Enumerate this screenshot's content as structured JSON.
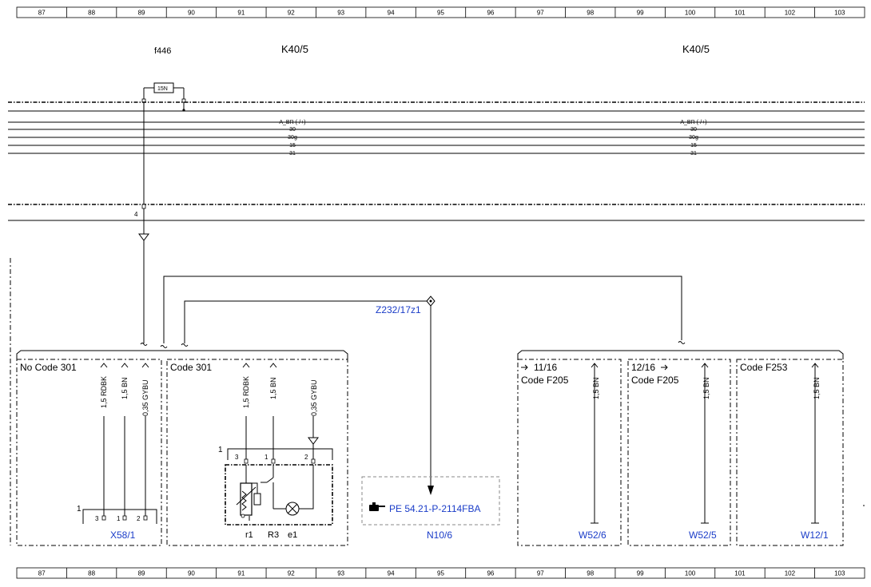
{
  "grid": {
    "columns": [
      "87",
      "88",
      "89",
      "90",
      "91",
      "92",
      "93",
      "94",
      "95",
      "96",
      "97",
      "98",
      "99",
      "100",
      "101",
      "102",
      "103"
    ]
  },
  "header": {
    "fuse_label": "f446",
    "k_left": "K40/5",
    "k_right": "K40/5",
    "fuse_inner": "15N"
  },
  "bus": {
    "lines": [
      "A_BR (-/+)",
      "30",
      "30g",
      "15",
      "31"
    ],
    "pin": "4"
  },
  "left_group": {
    "no_code": {
      "title": "No Code 301",
      "wires": [
        "1,5 RDBK",
        "1,5 BN",
        "0,35 GYBU"
      ],
      "pins": [
        "3",
        "1",
        "2"
      ],
      "conn_num": "1",
      "connector": "X58/1"
    },
    "code": {
      "title": "Code 301",
      "wires": [
        "1,5 RDBK",
        "1,5 BN",
        "0,35 GYBU"
      ],
      "pins": [
        "3",
        "1",
        "2"
      ],
      "conn_num": "1",
      "parts": [
        "r1",
        "R3",
        "e1"
      ]
    }
  },
  "splice": {
    "label": "Z232/17z1"
  },
  "ref_box": {
    "text": "PE 54.21-P-2114FBA",
    "connector": "N10/6",
    "icon": "hand-pointer-icon"
  },
  "right_group": {
    "a": {
      "ref": "11/16",
      "title": "Code F205",
      "wire": "1,5 BN",
      "connector": "W52/6"
    },
    "b": {
      "ref": "12/16",
      "title": "Code F205",
      "wire": "1,5 BN",
      "connector": "W52/5"
    },
    "c": {
      "title": "Code F253",
      "wire": "1,5 BN",
      "connector": "W12/1"
    }
  },
  "colors": {
    "link": "#1a3cc8",
    "line": "#000000"
  }
}
